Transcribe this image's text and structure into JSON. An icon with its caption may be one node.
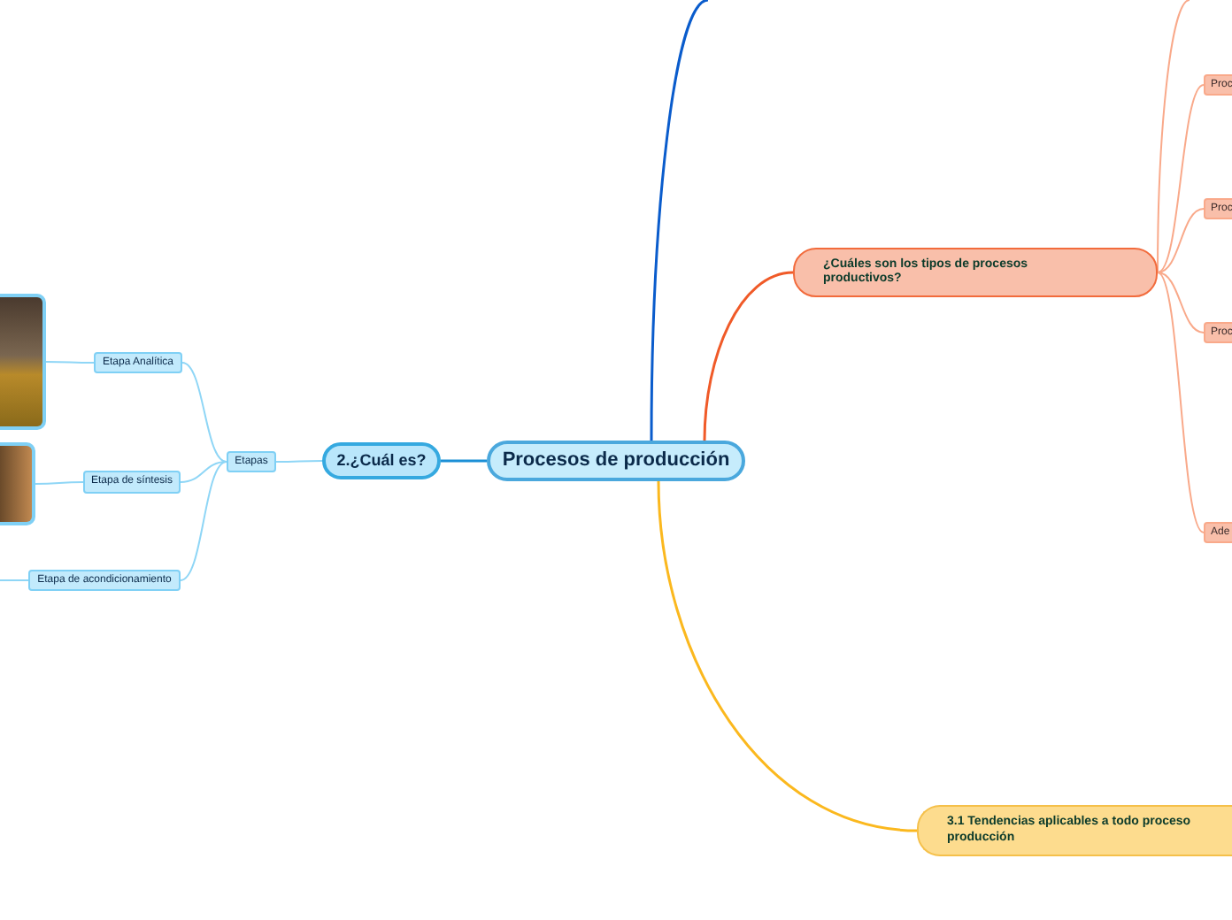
{
  "diagram": {
    "nodes": [
      {
        "text": [
          "Procesos de producción"
        ]
      },
      {
        "text": [
          "2.¿Cuál es?"
        ]
      },
      {
        "text": [
          "Etapas"
        ]
      },
      {
        "text": [
          "Etapa Analítica"
        ]
      },
      {
        "text": [
          "Etapa de síntesis"
        ]
      },
      {
        "text": [
          "Etapa de acondicionamiento"
        ]
      },
      {
        "text": [],
        "shape": "picture"
      },
      {
        "text": [],
        "shape": "picture"
      },
      {
        "text": [
          "¿Cuáles son los tipos de procesos productivos?"
        ]
      },
      {
        "text": [
          "Proc"
        ]
      },
      {
        "text": [
          "Proc"
        ]
      },
      {
        "text": [
          "Proc"
        ]
      },
      {
        "text": [
          "Ade"
        ]
      },
      {
        "text": [
          "3.1 Tendencias aplicables a todo proceso producción"
        ]
      }
    ],
    "edges": [
      {
        "from": 0,
        "to": 1,
        "arrow": "none",
        "color": "#1b8fd6"
      },
      {
        "from": 1,
        "to": 2,
        "arrow": "none"
      },
      {
        "from": 2,
        "to": 3,
        "arrow": "none"
      },
      {
        "from": 2,
        "to": 4,
        "arrow": "none"
      },
      {
        "from": 2,
        "to": 5,
        "arrow": "none"
      },
      {
        "from": 3,
        "to": 6,
        "arrow": "none"
      },
      {
        "from": 4,
        "to": 7,
        "arrow": "none"
      },
      {
        "from": 5,
        "to": null,
        "arrow": "none"
      },
      {
        "from": 0,
        "to": null,
        "arrow": "none",
        "color": "#0a5ccc"
      },
      {
        "from": 0,
        "to": 8,
        "arrow": "none",
        "color": "#f05a28"
      },
      {
        "from": 8,
        "to": null,
        "arrow": "none",
        "color": "#f9a98a"
      },
      {
        "from": 8,
        "to": 9,
        "arrow": "none",
        "color": "#f9a98a"
      },
      {
        "from": 8,
        "to": 10,
        "arrow": "none",
        "color": "#f9a98a"
      },
      {
        "from": 8,
        "to": 11,
        "arrow": "none",
        "color": "#f9a98a"
      },
      {
        "from": 8,
        "to": 12,
        "arrow": "none",
        "color": "#f9a98a"
      },
      {
        "from": 0,
        "to": 13,
        "arrow": "none",
        "color": "#fbb81e"
      }
    ]
  }
}
